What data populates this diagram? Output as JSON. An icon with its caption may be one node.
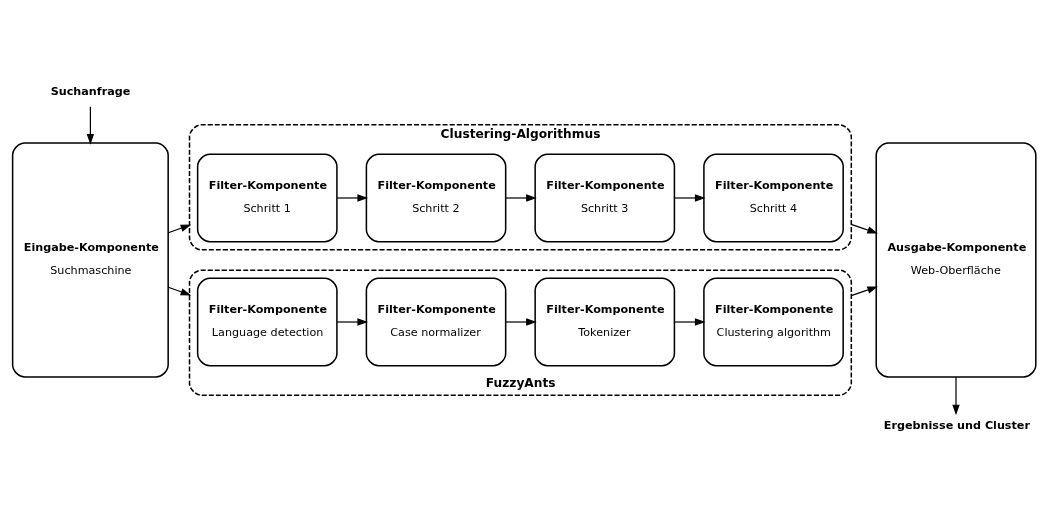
{
  "diagram": {
    "nodes": [
      {
        "text": [
          "Suchanfrage"
        ]
      },
      {
        "text": [
          "Eingabe-Komponente",
          "Suchmaschine"
        ]
      },
      {
        "text": [
          "Clustering-Algorithmus"
        ]
      },
      {
        "text": [
          "Filter-Komponente",
          "Schritt 1"
        ],
        "in": 2
      },
      {
        "text": [
          "Filter-Komponente",
          "Schritt 2"
        ],
        "in": 2
      },
      {
        "text": [
          "Filter-Komponente",
          "Schritt 3"
        ],
        "in": 2
      },
      {
        "text": [
          "Filter-Komponente",
          "Schritt 4"
        ],
        "in": 2
      },
      {
        "text": [
          "FuzzyAnts"
        ]
      },
      {
        "text": [
          "Filter-Komponente",
          "Language detection"
        ],
        "in": 7
      },
      {
        "text": [
          "Filter-Komponente",
          "Case normalizer"
        ],
        "in": 7
      },
      {
        "text": [
          "Filter-Komponente",
          "Tokenizer"
        ],
        "in": 7
      },
      {
        "text": [
          "Filter-Komponente",
          "Clustering algorithm"
        ],
        "in": 7
      },
      {
        "text": [
          "Ausgabe-Komponente",
          "Web-Oberfläche"
        ]
      },
      {
        "text": [
          "Ergebnisse und Cluster"
        ]
      }
    ],
    "edges": [
      {
        "from": 0,
        "to": 1,
        "arrow": "to"
      },
      {
        "from": 1,
        "to": 2,
        "arrow": "to"
      },
      {
        "from": 3,
        "to": 4,
        "arrow": "to"
      },
      {
        "from": 4,
        "to": 5,
        "arrow": "to"
      },
      {
        "from": 5,
        "to": 6,
        "arrow": "to"
      },
      {
        "from": 2,
        "to": 12,
        "arrow": "to"
      },
      {
        "from": 1,
        "to": 7,
        "arrow": "to"
      },
      {
        "from": 8,
        "to": 9,
        "arrow": "to"
      },
      {
        "from": 9,
        "to": 10,
        "arrow": "to"
      },
      {
        "from": 10,
        "to": 11,
        "arrow": "to"
      },
      {
        "from": 7,
        "to": 12,
        "arrow": "to"
      },
      {
        "from": 12,
        "to": 13,
        "arrow": "to"
      }
    ]
  }
}
